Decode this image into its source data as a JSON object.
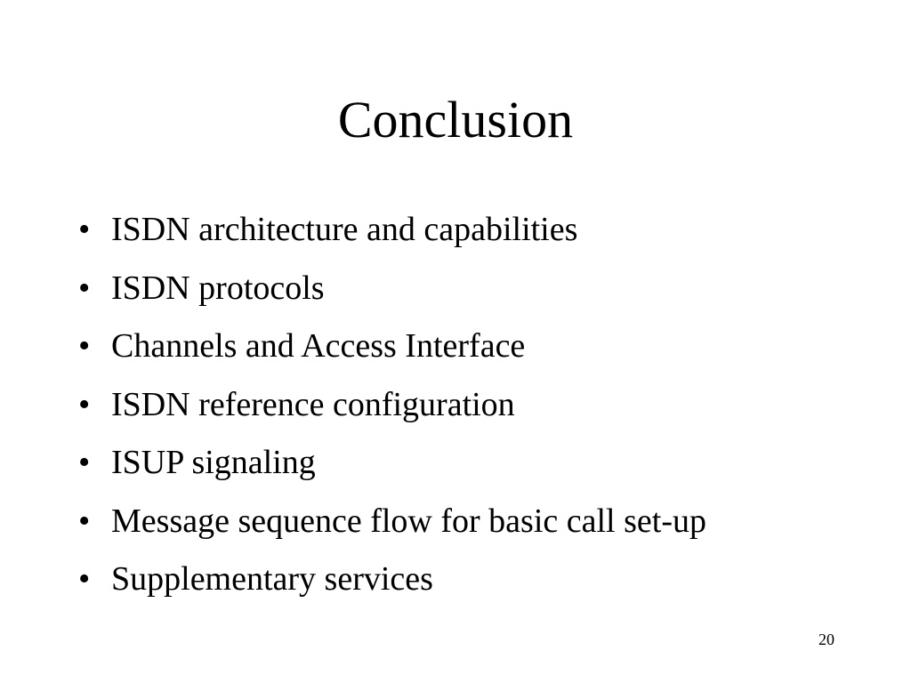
{
  "slide": {
    "title": "Conclusion",
    "bullet_symbol": "•",
    "items": [
      {
        "label": "ISDN architecture and capabilities"
      },
      {
        "label": "ISDN protocols"
      },
      {
        "label": "Channels and Access Interface"
      },
      {
        "label": "ISDN reference configuration"
      },
      {
        "label": "ISUP signaling"
      },
      {
        "label": "Message sequence flow for basic call set-up"
      },
      {
        "label": "Supplementary services"
      }
    ],
    "page_number": "20"
  }
}
